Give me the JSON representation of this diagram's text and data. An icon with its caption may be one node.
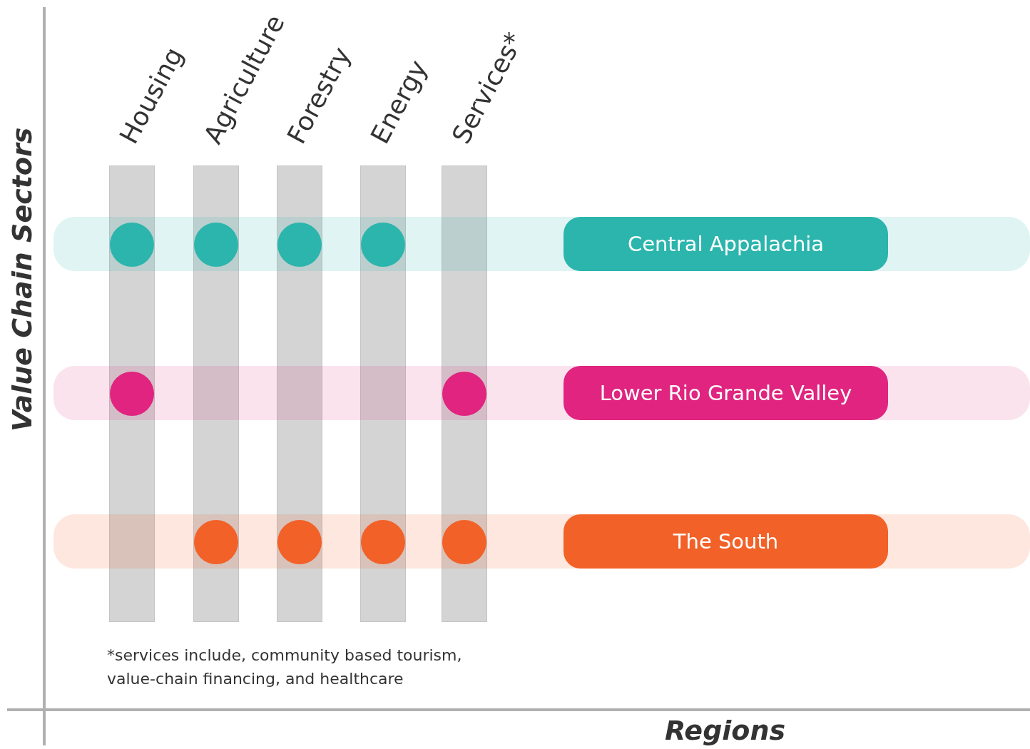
{
  "diagram": {
    "nodes": [
      {
        "text": [
          "Housing"
        ]
      },
      {
        "text": [
          "Agriculture"
        ]
      },
      {
        "text": [
          "Forestry"
        ]
      },
      {
        "text": [
          "Energy"
        ]
      },
      {
        "text": [
          "Services*"
        ]
      },
      {
        "text": [
          "Central Appalachia"
        ]
      },
      {
        "text": [
          "Lower Rio Grande Valley"
        ]
      },
      {
        "text": [
          "The South"
        ]
      },
      {
        "text": [],
        "shape": "circle",
        "in": 0
      },
      {
        "text": [],
        "shape": "circle",
        "in": 1
      },
      {
        "text": [],
        "shape": "circle",
        "in": 2
      },
      {
        "text": [],
        "shape": "circle",
        "in": 3
      },
      {
        "text": [],
        "shape": "circle",
        "in": 0
      },
      {
        "text": [],
        "shape": "circle",
        "in": 4
      },
      {
        "text": [],
        "shape": "circle",
        "in": 1
      },
      {
        "text": [],
        "shape": "circle",
        "in": 2
      },
      {
        "text": [],
        "shape": "circle",
        "in": 3
      },
      {
        "text": [],
        "shape": "circle",
        "in": 4
      }
    ],
    "labels": [
      "Value Chain Sectors",
      "*services include, community based tourism, value-chain financing, and healthcare",
      "Regions"
    ]
  }
}
